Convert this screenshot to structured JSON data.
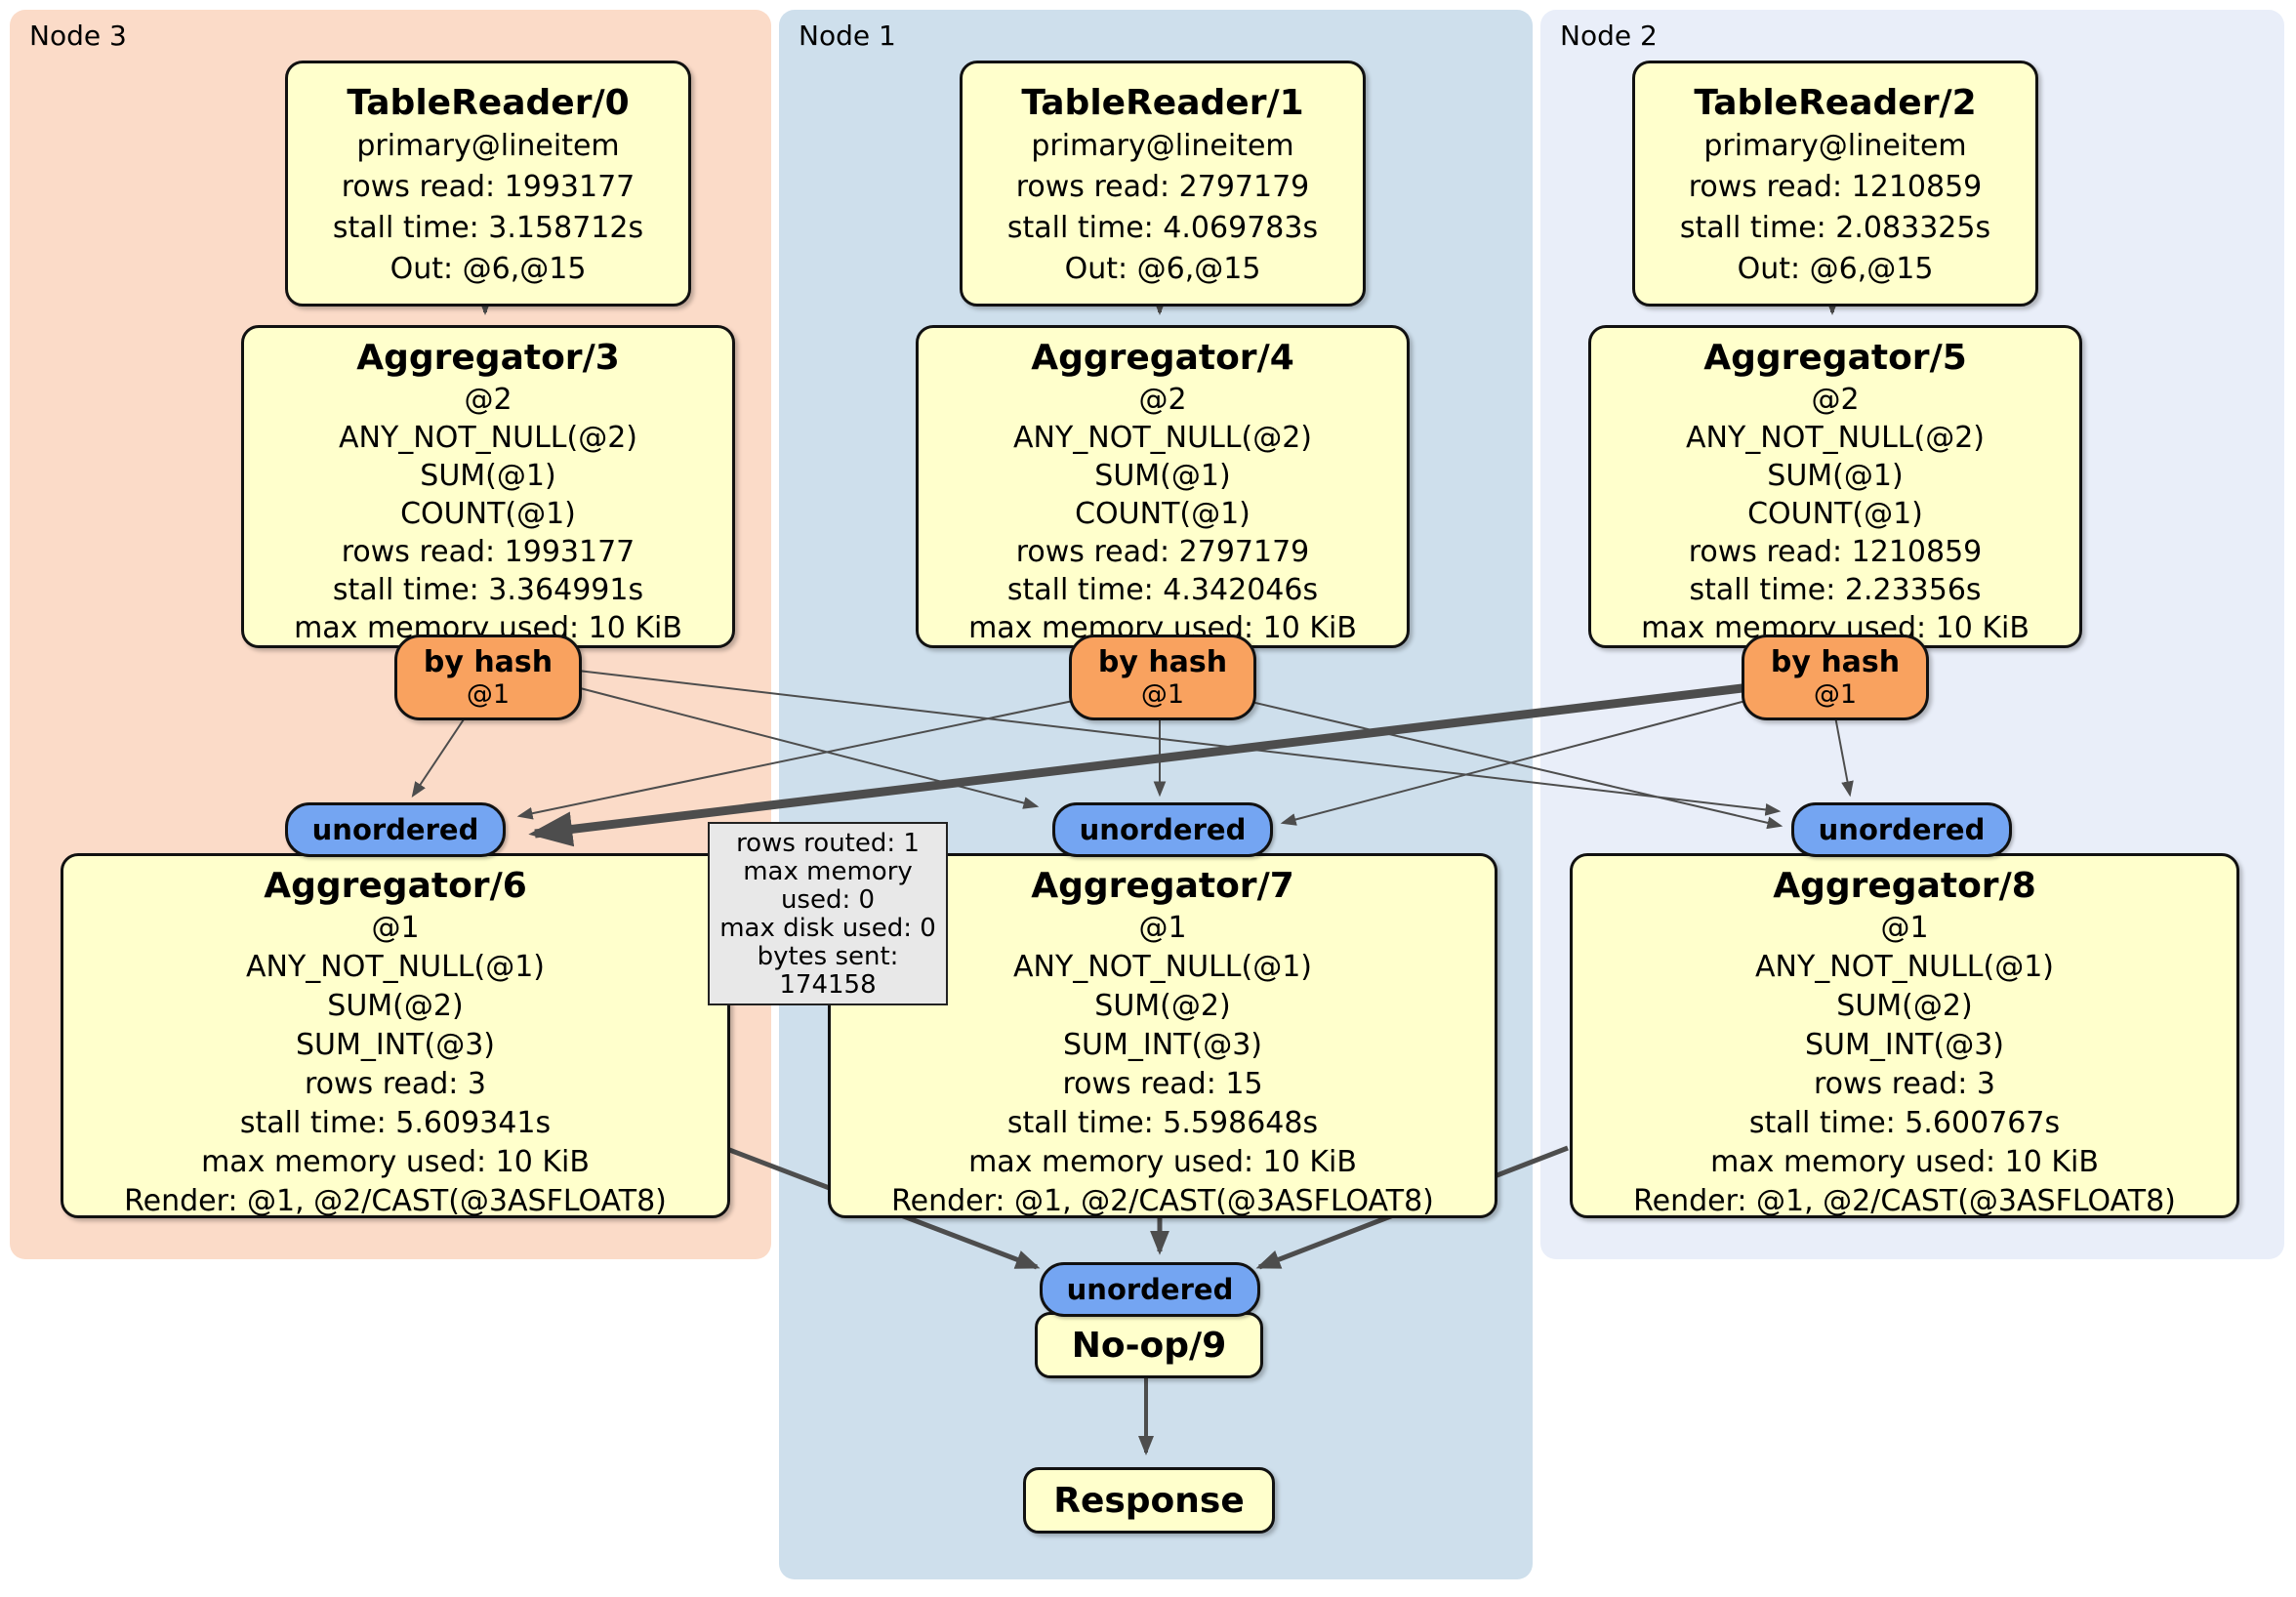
{
  "regions": {
    "node3": {
      "label": "Node 3",
      "color": "#fbdbc8"
    },
    "node1": {
      "label": "Node 1",
      "color": "#cedfec"
    },
    "node2": {
      "label": "Node 2",
      "color": "#e9eef9"
    }
  },
  "colors": {
    "node_fill": "#ffffcc",
    "router_fill": "#f9a25f",
    "stream_fill": "#74a5f2",
    "edge": "#4d4d4d",
    "tooltip_fill": "#e8e8e8"
  },
  "nodes": {
    "tablereader0": {
      "title": "TableReader/0",
      "lines": [
        "primary@lineitem",
        "rows read: 1993177",
        "stall time: 3.158712s",
        "Out: @6,@15"
      ]
    },
    "tablereader1": {
      "title": "TableReader/1",
      "lines": [
        "primary@lineitem",
        "rows read: 2797179",
        "stall time: 4.069783s",
        "Out: @6,@15"
      ]
    },
    "tablereader2": {
      "title": "TableReader/2",
      "lines": [
        "primary@lineitem",
        "rows read: 1210859",
        "stall time: 2.083325s",
        "Out: @6,@15"
      ]
    },
    "aggregator3": {
      "title": "Aggregator/3",
      "lines": [
        "@2",
        "ANY_NOT_NULL(@2)",
        "SUM(@1)",
        "COUNT(@1)",
        "rows read: 1993177",
        "stall time: 3.364991s",
        "max memory used: 10 KiB"
      ]
    },
    "aggregator4": {
      "title": "Aggregator/4",
      "lines": [
        "@2",
        "ANY_NOT_NULL(@2)",
        "SUM(@1)",
        "COUNT(@1)",
        "rows read: 2797179",
        "stall time: 4.342046s",
        "max memory used: 10 KiB"
      ]
    },
    "aggregator5": {
      "title": "Aggregator/5",
      "lines": [
        "@2",
        "ANY_NOT_NULL(@2)",
        "SUM(@1)",
        "COUNT(@1)",
        "rows read: 1210859",
        "stall time: 2.23356s",
        "max memory used: 10 KiB"
      ]
    },
    "aggregator6": {
      "title": "Aggregator/6",
      "lines": [
        "@1",
        "ANY_NOT_NULL(@1)",
        "SUM(@2)",
        "SUM_INT(@3)",
        "rows read: 3",
        "stall time: 5.609341s",
        "max memory used: 10 KiB",
        "Render: @1, @2/CAST(@3ASFLOAT8)"
      ]
    },
    "aggregator7": {
      "title": "Aggregator/7",
      "lines": [
        "@1",
        "ANY_NOT_NULL(@1)",
        "SUM(@2)",
        "SUM_INT(@3)",
        "rows read: 15",
        "stall time: 5.598648s",
        "max memory used: 10 KiB",
        "Render: @1, @2/CAST(@3ASFLOAT8)"
      ]
    },
    "aggregator8": {
      "title": "Aggregator/8",
      "lines": [
        "@1",
        "ANY_NOT_NULL(@1)",
        "SUM(@2)",
        "SUM_INT(@3)",
        "rows read: 3",
        "stall time: 5.600767s",
        "max memory used: 10 KiB",
        "Render: @1, @2/CAST(@3ASFLOAT8)"
      ]
    },
    "noop9": {
      "title": "No-op/9"
    },
    "response": {
      "title": "Response"
    }
  },
  "router": {
    "label": "by hash",
    "sub": "@1"
  },
  "stream": {
    "unordered_label": "unordered"
  },
  "tooltip": {
    "lines": [
      "rows routed: 1",
      "max memory used: 0",
      "max disk used: 0",
      "bytes sent: 174158"
    ]
  }
}
